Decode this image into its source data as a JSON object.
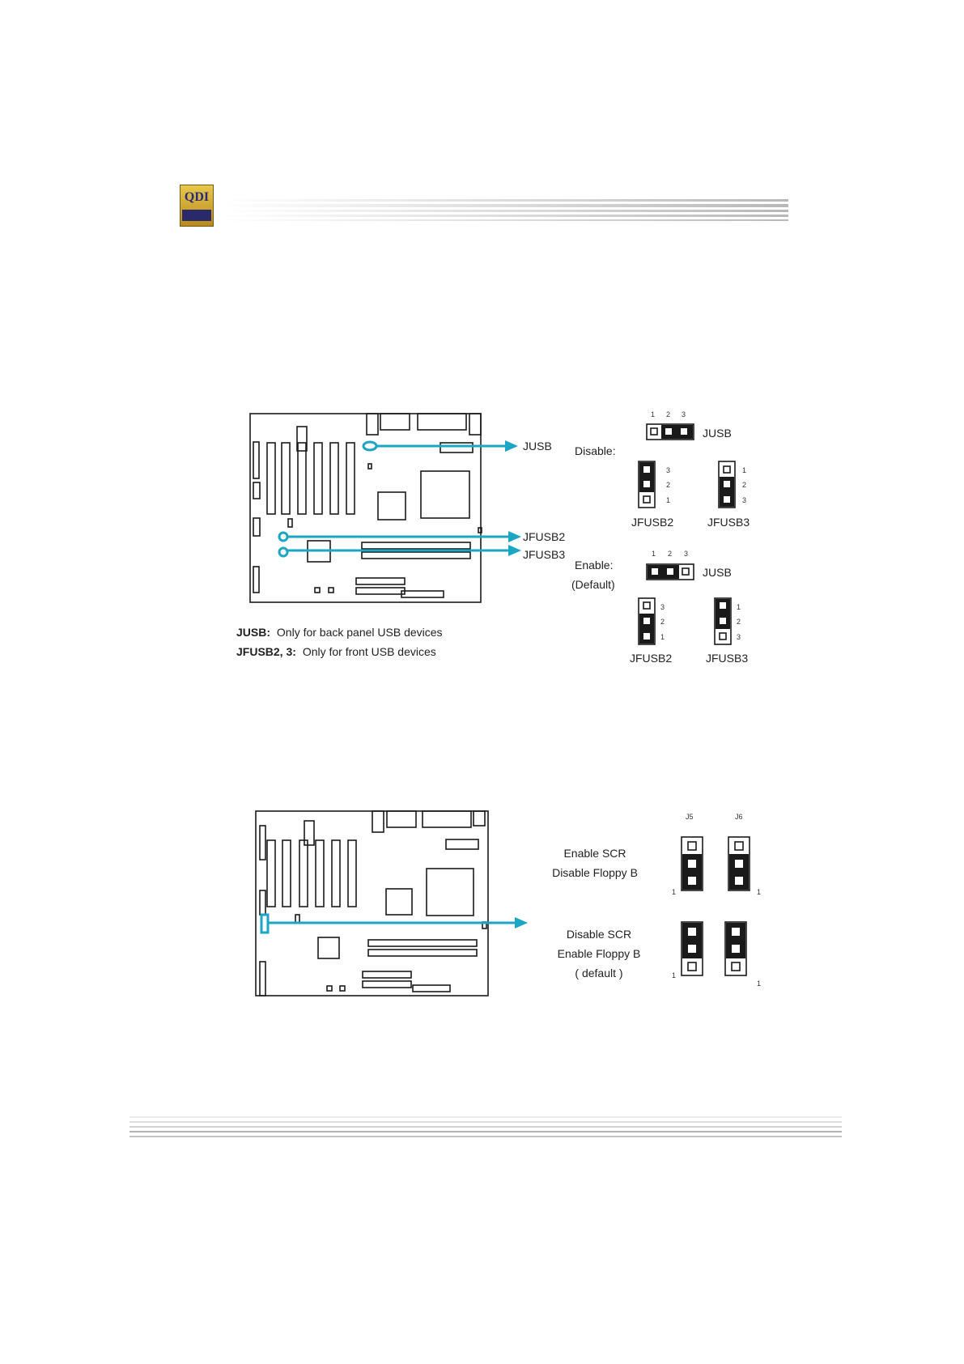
{
  "header": {
    "logo_text": "QDI",
    "accent_color": "#c9c9c9"
  },
  "usb_section": {
    "callouts": {
      "jusb": "JUSB",
      "jfusb2": "JFUSB2",
      "jfusb3": "JFUSB3"
    },
    "disable_label": "Disable:",
    "enable_label": "Enable:",
    "enable_default_label": "(Default)",
    "pin_numbers_horizontal": [
      "1",
      "2",
      "3"
    ],
    "pin_numbers_v_desc": [
      "3",
      "2",
      "1"
    ],
    "pin_numbers_v_asc": [
      "1",
      "2",
      "3"
    ],
    "jumpers": {
      "jusb": "JUSB",
      "jfusb2": "JFUSB2",
      "jfusb3": "JFUSB3"
    },
    "notes": [
      {
        "term": "JUSB:",
        "text": "Only for back panel USB devices"
      },
      {
        "term": "JFUSB2, 3:",
        "text": "Only for front USB devices"
      }
    ],
    "arrow_color": "#1aa6c4"
  },
  "scr_section": {
    "jumper_headers": [
      "J5",
      "J6"
    ],
    "option_a": [
      "Enable SCR",
      "Disable Floppy B"
    ],
    "option_b": [
      "Disable SCR",
      "Enable Floppy B",
      "( default )"
    ],
    "pin_one_label": "1"
  }
}
